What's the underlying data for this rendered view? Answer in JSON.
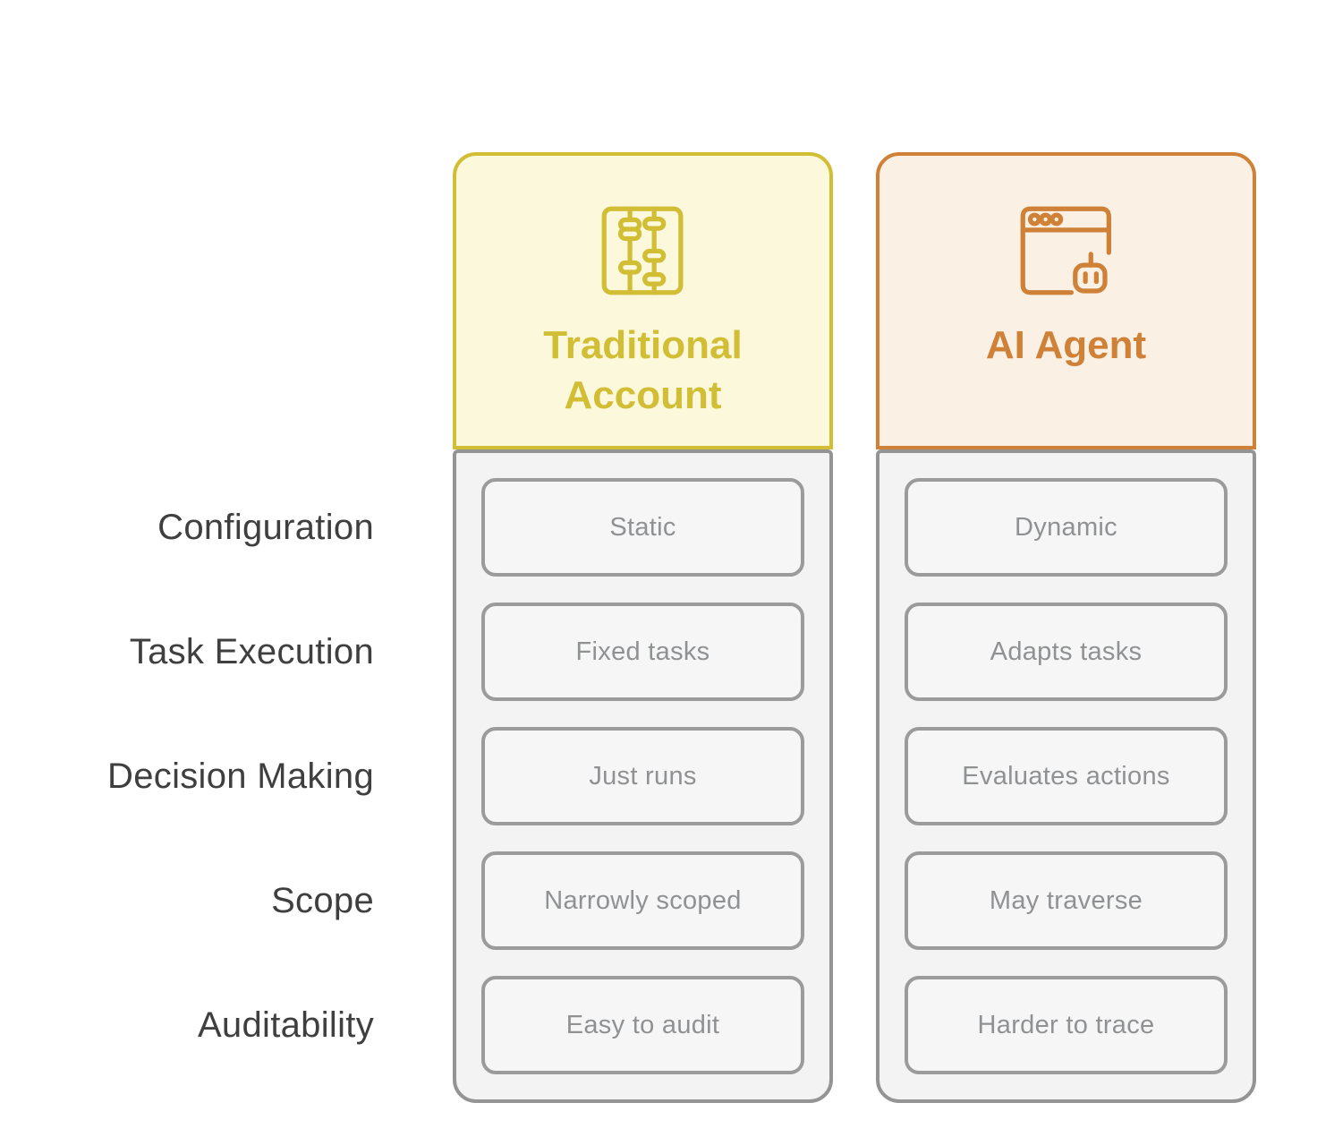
{
  "comparison": {
    "row_labels": [
      "Configuration",
      "Task Execution",
      "Decision Making",
      "Scope",
      "Auditability"
    ],
    "columns": [
      {
        "title": "Traditional Account",
        "icon": "abacus-icon",
        "accent_color": "#d2be34",
        "header_bg": "#fbf8dc",
        "values": [
          "Static",
          "Fixed tasks",
          "Just runs",
          "Narrowly scoped",
          "Easy to audit"
        ]
      },
      {
        "title": "AI Agent",
        "icon": "browser-robot-icon",
        "accent_color": "#cf8138",
        "header_bg": "#faf0e4",
        "values": [
          "Dynamic",
          "Adapts tasks",
          "Evaluates actions",
          "May traverse",
          "Harder to trace"
        ]
      }
    ],
    "style_colors": {
      "body_background": "#f3f3f4",
      "body_border": "#949494",
      "cell_border": "#9b9b9b",
      "cell_text": "#8f9193",
      "label_text": "#3f3f3f"
    }
  }
}
